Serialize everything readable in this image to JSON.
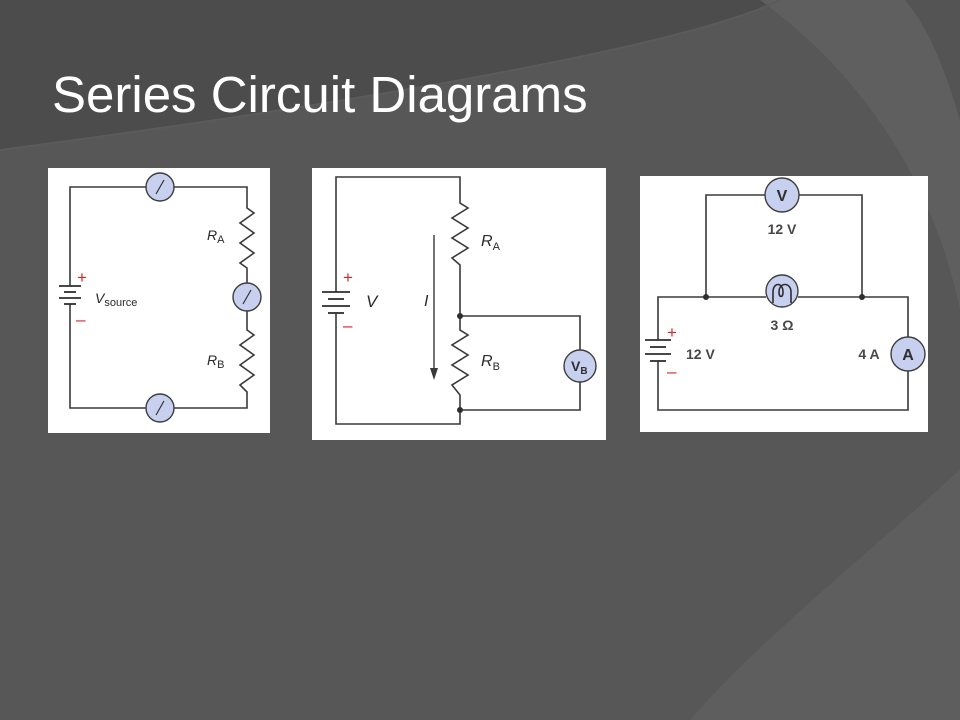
{
  "slide": {
    "title": "Series Circuit Diagrams",
    "colors": {
      "background": "#555555",
      "title": "#ffffff",
      "wire": "#3a3a3a",
      "meter_fill": "#c7d0ee",
      "polarity": "#d9262b"
    }
  },
  "diagram_1": {
    "battery_plus": "+",
    "battery_minus": "–",
    "source_symbol": "V",
    "source_subscript": "source",
    "resistor_a_symbol": "R",
    "resistor_a_subscript": "A",
    "resistor_b_symbol": "R",
    "resistor_b_subscript": "B",
    "meter_icon": "meter-icon"
  },
  "diagram_2": {
    "battery_plus": "+",
    "battery_minus": "–",
    "source_symbol": "V",
    "current_symbol": "I",
    "resistor_a_symbol": "R",
    "resistor_a_subscript": "A",
    "resistor_b_symbol": "R",
    "resistor_b_subscript": "B",
    "voltmeter_symbol": "V",
    "voltmeter_subscript": "B"
  },
  "diagram_3": {
    "voltmeter_symbol": "V",
    "voltmeter_reading": "12 V",
    "lamp_icon": "lamp-icon",
    "lamp_resistance": "3 Ω",
    "battery_plus": "+",
    "battery_minus": "–",
    "source_voltage": "12 V",
    "ammeter_reading": "4 A",
    "ammeter_symbol": "A"
  }
}
